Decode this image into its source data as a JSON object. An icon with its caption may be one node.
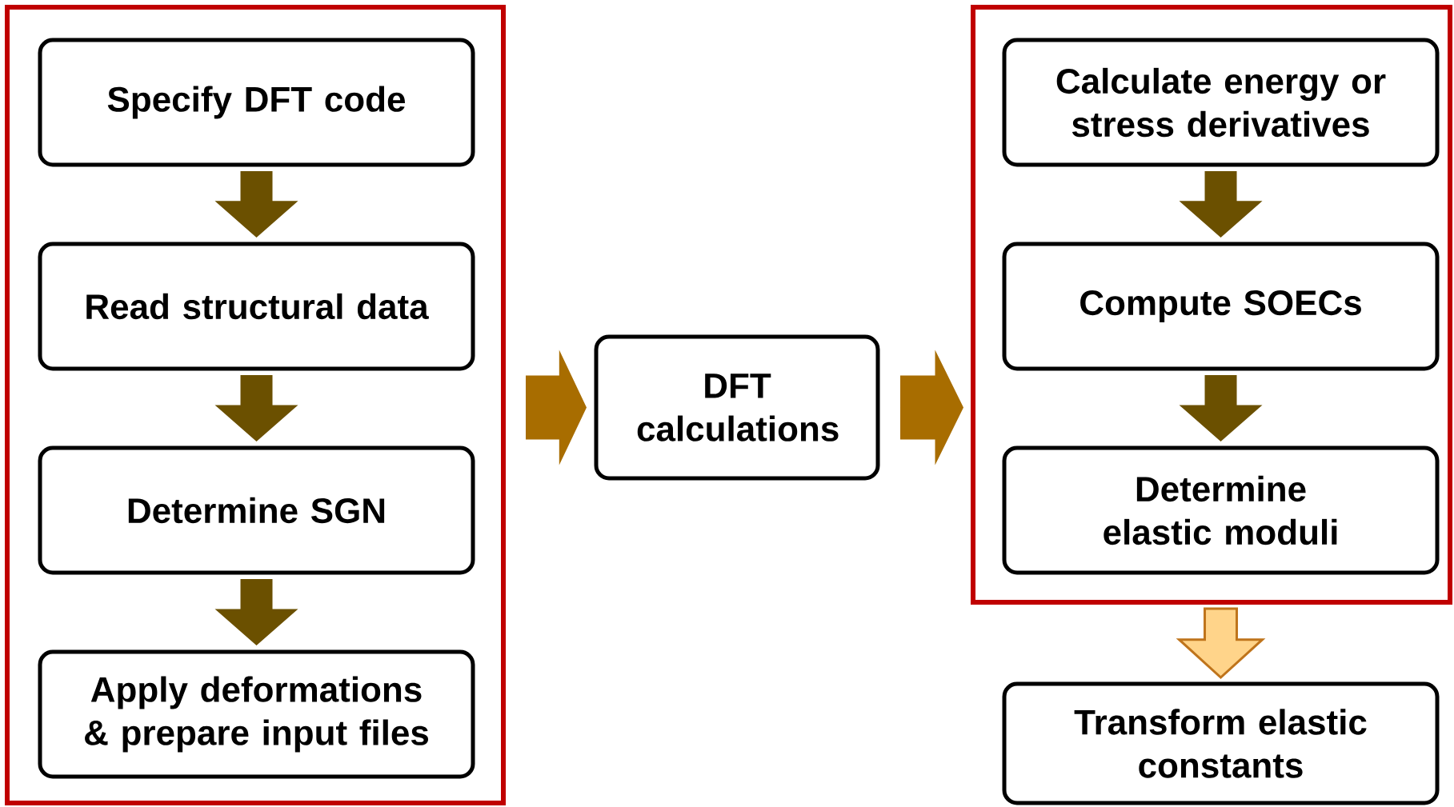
{
  "diagram": {
    "nodes": [
      {
        "text": [],
        "shape": "box"
      },
      {
        "text": [
          "Specify DFT code"
        ],
        "in": 0
      },
      {
        "text": [
          "Read structural data"
        ],
        "in": 0
      },
      {
        "text": [
          "Determine SGN"
        ],
        "in": 0
      },
      {
        "text": [
          "Apply deformations & prepare input files"
        ],
        "in": 0
      },
      {
        "text": [
          "DFT calculations"
        ]
      },
      {
        "text": [],
        "shape": "box"
      },
      {
        "text": [
          "Calculate energy or stress derivatives"
        ],
        "in": 6
      },
      {
        "text": [
          "Compute SOECs"
        ],
        "in": 6
      },
      {
        "text": [
          "Determine elastic moduli"
        ],
        "in": 6
      },
      {
        "text": [
          "Transform elastic constants"
        ]
      }
    ],
    "edges": [
      {
        "from": 1,
        "to": 2,
        "arrow": "to"
      },
      {
        "from": 2,
        "to": 3,
        "arrow": "to"
      },
      {
        "from": 3,
        "to": 4,
        "arrow": "to"
      },
      {
        "from": 0,
        "to": 5,
        "arrow": "to",
        "color": "#a86d00"
      },
      {
        "from": 5,
        "to": 6,
        "arrow": "to",
        "color": "#a86d00"
      },
      {
        "from": 7,
        "to": 8,
        "arrow": "to"
      },
      {
        "from": 8,
        "to": 9,
        "arrow": "to"
      },
      {
        "from": 6,
        "to": 10,
        "arrow": "to",
        "color": "#ffd48a"
      }
    ]
  }
}
